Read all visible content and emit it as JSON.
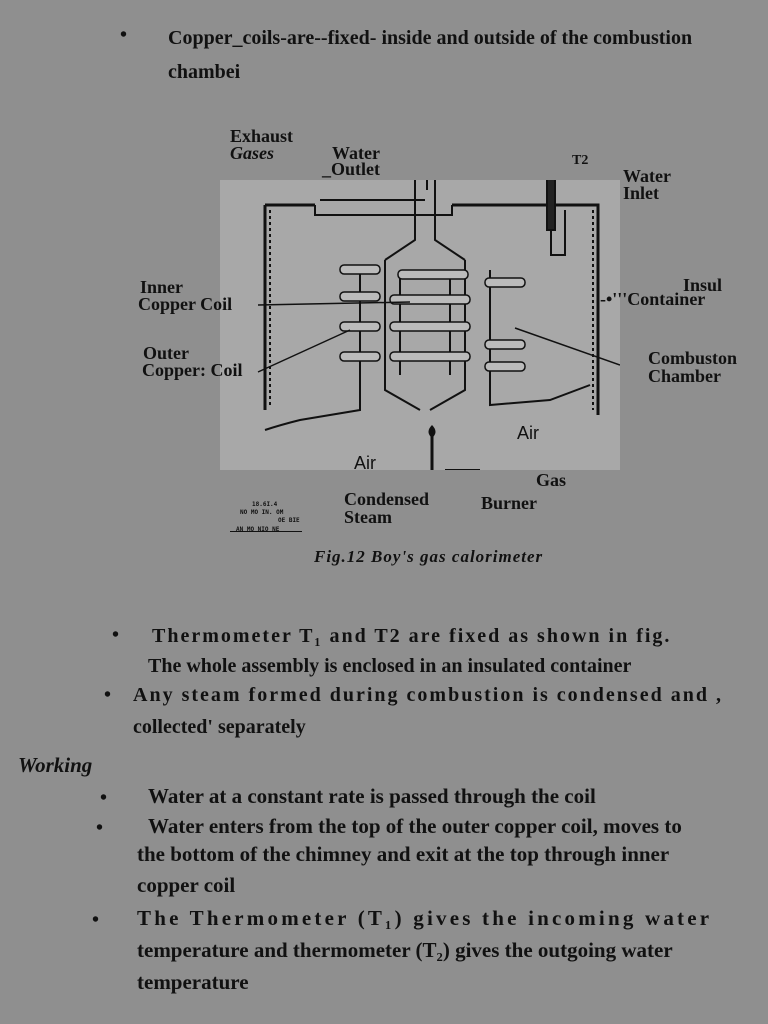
{
  "top_bullet": {
    "line1": "Copper_coils-are--fixed- inside and outside of the combustion",
    "line2": "chambei"
  },
  "figure": {
    "labels": {
      "exhaust": "Exhaust",
      "gases": "Gases",
      "water": "Water",
      "outlet": "_Outlet",
      "t2": "T2",
      "water_inlet_1": "Water",
      "water_inlet_2": "Inlet",
      "inner_1": "Inner",
      "inner_2": "Copper Coil",
      "insul": "Insul",
      "container": "-•'''Container",
      "outer_1": "Outer",
      "outer_2": "Copper: Coil",
      "combustion_1": "Combuston",
      "combustion_2": "Chamber",
      "air_right": "Air",
      "air_left": "Air",
      "gas": "Gas",
      "condensed": "Condensed",
      "steam": "Steam",
      "burner": "Burner",
      "small_1": "18.6I.4",
      "small_2": "NO MO IN. OM",
      "small_3": "OE BIE",
      "small_4": "AN MO NIO NE"
    },
    "caption": "Fig.12 Boy's gas calorimeter"
  },
  "middle_bullets": [
    "Thermometer T₁ and T2 are fixed as shown in fig.",
    "The whole assembly is enclosed in an insulated container",
    "Any steam formed during combustion is condensed and ,",
    "collected' separately"
  ],
  "working_heading": "Working",
  "working_bullets": {
    "b1": "Water at a constant rate is passed through the coil",
    "b2_line1": "Water enters from the top of the outer copper coil, moves to",
    "b2_line2": "the bottom of the chimney and exit at the top through inner",
    "b2_line3": "copper coil",
    "b3_line1": "The Thermometer (T₁) gives the incoming water",
    "b3_line2": "temperature and thermometer (T₂) gives the outgoing water",
    "b3_line3": "temperature"
  },
  "bullet_symbol": "•"
}
